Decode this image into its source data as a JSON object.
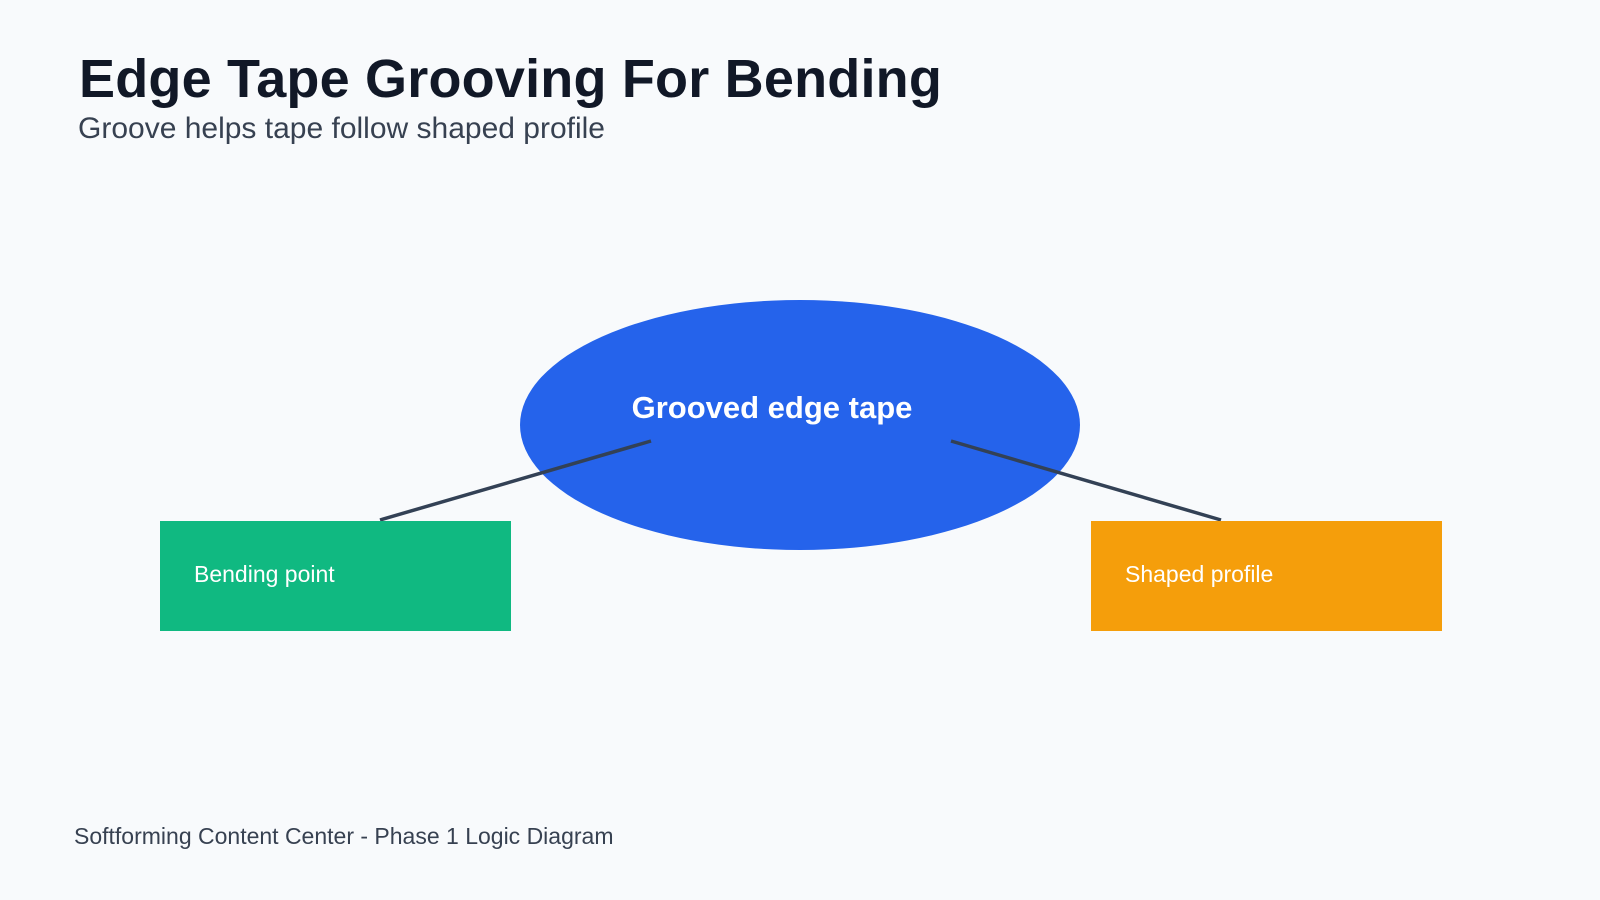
{
  "header": {
    "title": "Edge Tape Grooving For Bending",
    "subtitle": "Groove helps tape follow shaped profile"
  },
  "diagram": {
    "center_node": {
      "label": "Grooved edge tape",
      "color": "#2563eb"
    },
    "nodes": [
      {
        "label": "Bending point",
        "color": "#10b981"
      },
      {
        "label": "Shaped profile",
        "color": "#f59e0b"
      }
    ],
    "connector_color": "#334155"
  },
  "footer": {
    "text": "Softforming Content Center - Phase 1 Logic Diagram"
  }
}
